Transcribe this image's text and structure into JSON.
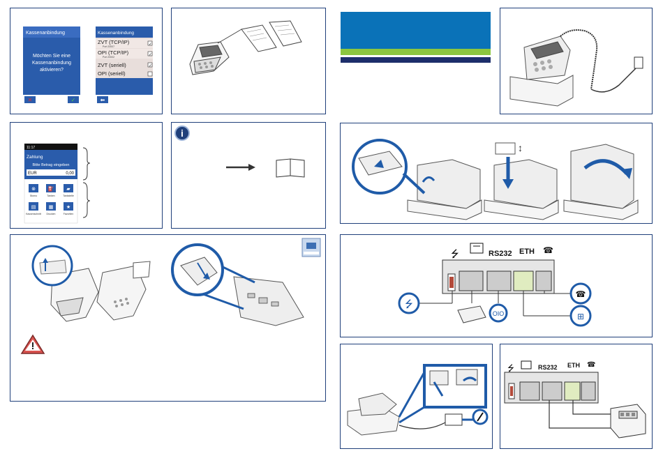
{
  "screen_kassen": {
    "title": "Kassenanbindung",
    "question_l1": "Möchten Sie eine",
    "question_l2": "Kassenanbindung",
    "question_l3": "aktivieren?"
  },
  "screen_options": {
    "title": "Kassenanbindung",
    "opt1": "ZVT (TCP/IP)",
    "opt1_sub": "Port 20007",
    "opt2": "OPI (TCP/IP)",
    "opt2_sub": "Port 20002",
    "opt3": "ZVT (seriell)",
    "opt4": "OPI (seriell)"
  },
  "screen_payment": {
    "time": "11:17",
    "title": "Zahlung",
    "prompt": "Bitte Betrag eingeben",
    "currency": "EUR",
    "amount": "0,00",
    "icon1": "Storno",
    "icon2": "Tanken",
    "icon3": "Tankstelle",
    "icon4": "Kassenschnitt",
    "icon5": "Drucken",
    "icon6": "Favoriten"
  },
  "ports_top": {
    "rs232": "RS232",
    "eth": "ETH"
  },
  "ports_small": {
    "rs232": "RS232",
    "eth": "ETH"
  },
  "colors": {
    "border": "#1f3f7a",
    "brand_blue": "#0a72b8",
    "brand_green": "#8cc63f",
    "brand_navy": "#1d2e6b",
    "screen_blue": "#2a5cab"
  }
}
